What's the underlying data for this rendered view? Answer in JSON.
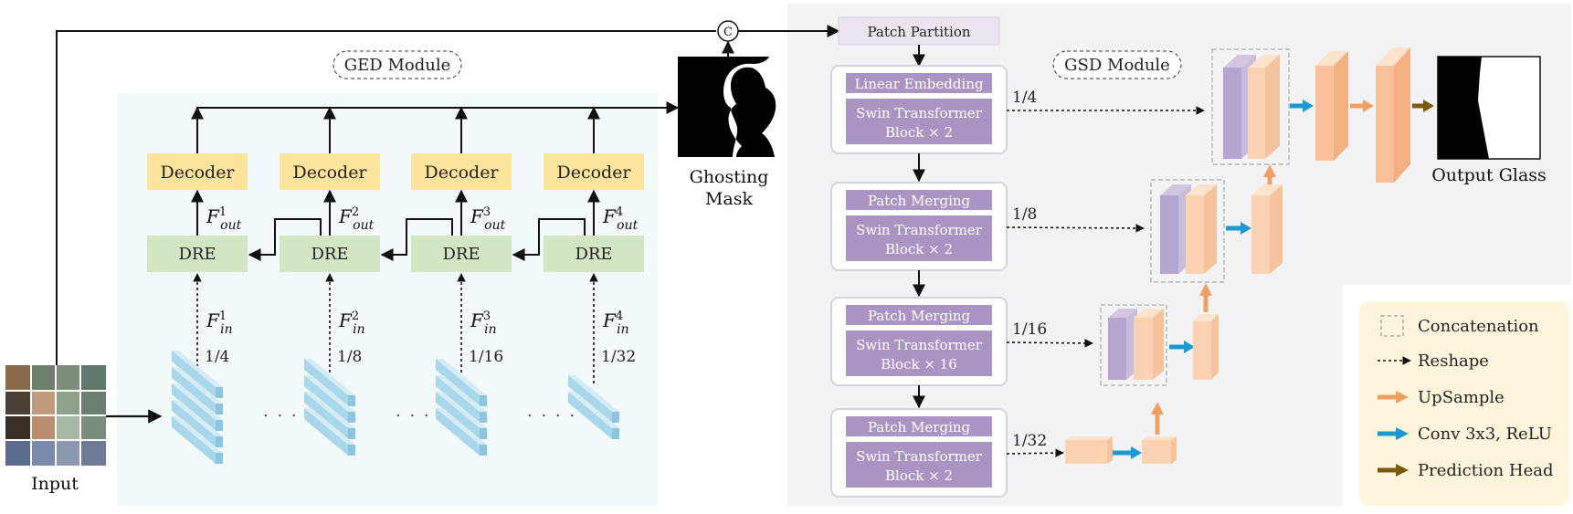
{
  "ged": {
    "module_label": "GED Module",
    "input_label": "Input",
    "decoder_label": "Decoder",
    "dre_label": "DRE",
    "concat_symbol": "C",
    "ghosting_mask_line1": "Ghosting",
    "ghosting_mask_line2": "Mask",
    "dots": ". . . .",
    "levels": [
      {
        "f_out_sup": "1",
        "f_in_sup": "1",
        "scale": "1/4"
      },
      {
        "f_out_sup": "2",
        "f_in_sup": "2",
        "scale": "1/8"
      },
      {
        "f_out_sup": "3",
        "f_in_sup": "3",
        "scale": "1/16"
      },
      {
        "f_out_sup": "4",
        "f_in_sup": "4",
        "scale": "1/32"
      }
    ],
    "f_symbol": "F",
    "f_out_sub": "out",
    "f_in_sub": "in"
  },
  "gsd": {
    "module_label": "GSD Module",
    "patch_partition": "Patch Partition",
    "stages": [
      {
        "top_label": "Linear Embedding",
        "block_line1": "Swin Transformer",
        "block_line2": "Block × 2",
        "scale": "1/4"
      },
      {
        "top_label": "Patch Merging",
        "block_line1": "Swin Transformer",
        "block_line2": "Block × 2",
        "scale": "1/8"
      },
      {
        "top_label": "Patch Merging",
        "block_line1": "Swin Transformer",
        "block_line2": "Block × 16",
        "scale": "1/16"
      },
      {
        "top_label": "Patch Merging",
        "block_line1": "Swin Transformer",
        "block_line2": "Block × 2",
        "scale": "1/32"
      }
    ],
    "output_label": "Output Glass"
  },
  "legend": [
    {
      "icon": "dashed-square-icon",
      "label": "Concatenation"
    },
    {
      "icon": "dotted-arrow-icon",
      "label": "Reshape"
    },
    {
      "icon": "orange-arrow-icon",
      "label": "UpSample",
      "color": "#f0a060"
    },
    {
      "icon": "blue-arrow-icon",
      "label": "Conv 3x3, ReLU",
      "color": "#1a9ad0"
    },
    {
      "icon": "olive-arrow-icon",
      "label": "Prediction Head",
      "color": "#7a5a10"
    }
  ],
  "colors": {
    "decoder": "#fde49a",
    "dre": "#d4e5c4",
    "swin_purple": "#a994c4",
    "stage_bg": "#eeedf3",
    "feature_blue": "#bde0ef",
    "feature_orange": "#f9c09a",
    "legend_bg": "#fdf6dc"
  }
}
